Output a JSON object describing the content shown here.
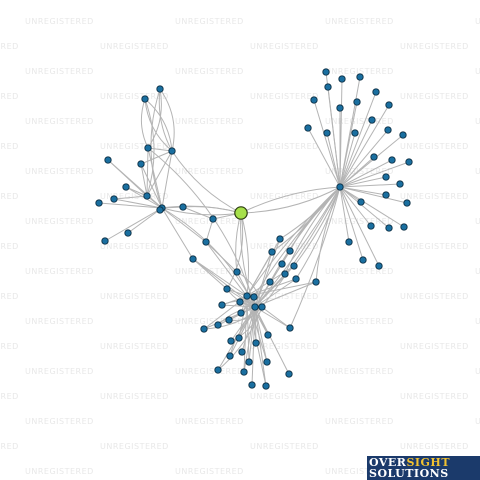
{
  "watermark": {
    "text": "UNREGISTERED"
  },
  "logo": {
    "line1a": "OVER",
    "line1b": "SIGHT",
    "line2": "SOLUTIONS"
  },
  "colors": {
    "node": "#1a6fa0",
    "center_node": "#a6e04a",
    "edge": "#b4b4b4"
  }
}
